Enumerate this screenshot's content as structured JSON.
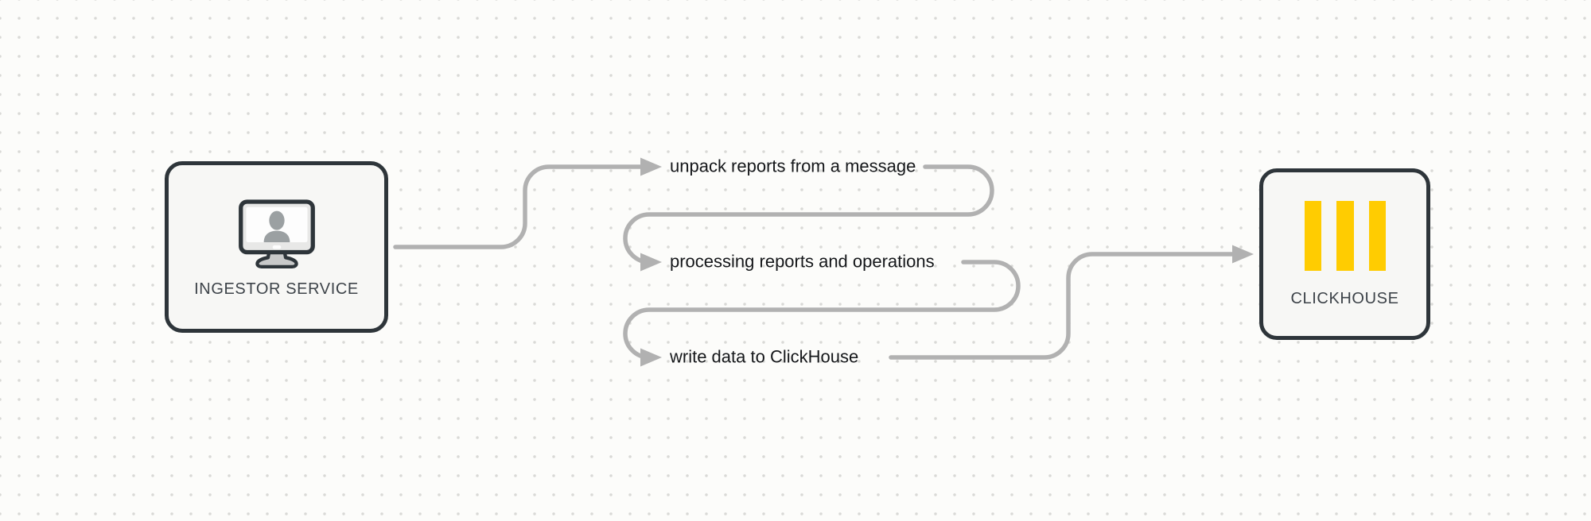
{
  "diagram": {
    "nodes": {
      "ingestor": {
        "label": "INGESTOR SERVICE",
        "icon": "monitor-user-icon"
      },
      "clickhouse": {
        "label": "CLICKHOUSE",
        "icon": "clickhouse-logo-icon"
      }
    },
    "steps": [
      {
        "label": "unpack reports from a message"
      },
      {
        "label": "processing reports and operations"
      },
      {
        "label": "write data to ClickHouse"
      }
    ],
    "edges": [
      {
        "from": "ingestor",
        "to": "step-1"
      },
      {
        "from": "step-1",
        "to": "step-2"
      },
      {
        "from": "step-2",
        "to": "step-3"
      },
      {
        "from": "step-3",
        "to": "clickhouse"
      }
    ]
  },
  "colors": {
    "connector_gray": "#b1b1b1",
    "clickhouse_yellow": "#ffcc01",
    "node_border": "#2e353a",
    "node_background": "#f7f7f5",
    "step_text": "#15171a",
    "node_label_text": "#3d4349",
    "canvas_background": "#fcfcfa",
    "dot_grid": "#d9d9d6",
    "silhouette_gray": "#9ba0a2",
    "monitor_bezel": "#e8e8e7",
    "monitor_stand": "#c8c9c9"
  }
}
